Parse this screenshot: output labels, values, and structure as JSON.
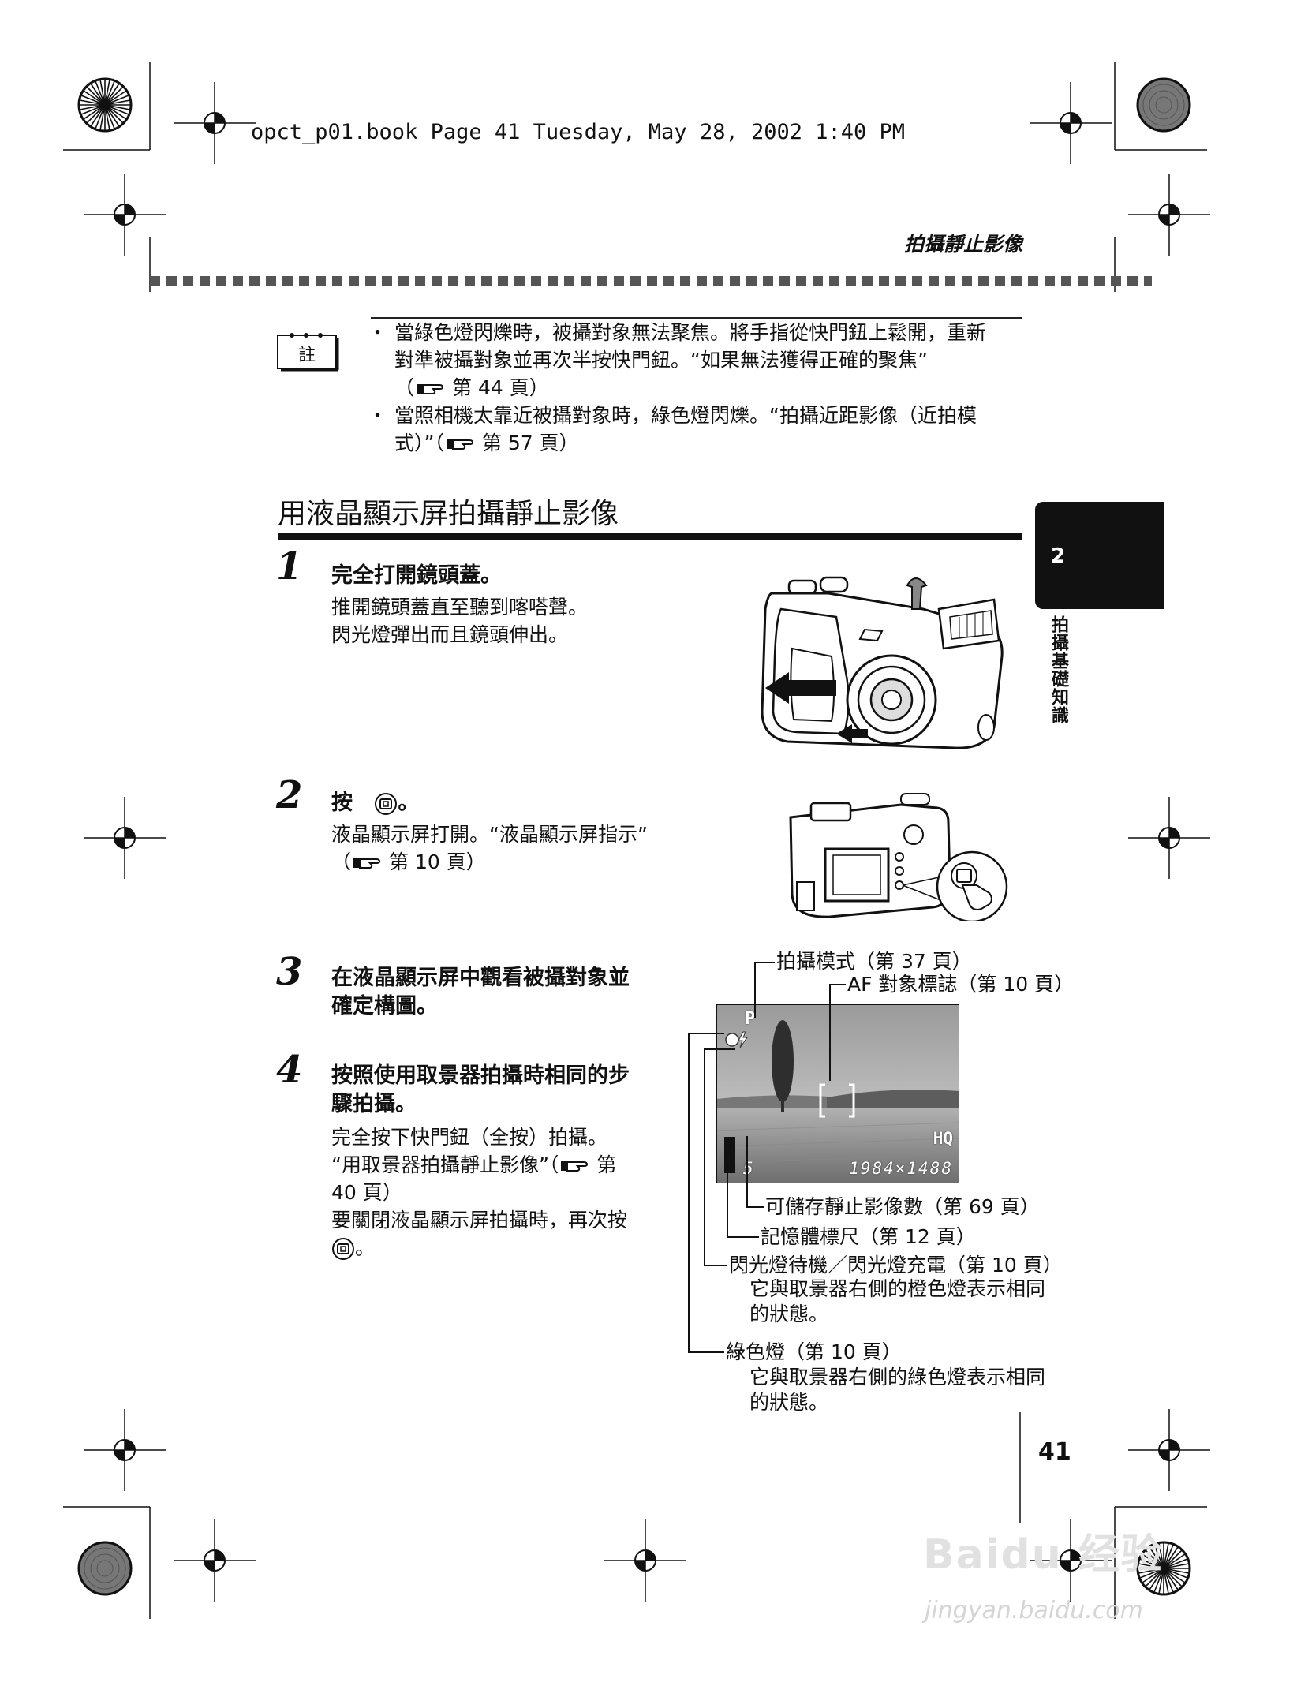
{
  "header": {
    "book_info": "opct_p01.book  Page 41  Tuesday, May 28, 2002  1:40 PM",
    "running_head": "拍攝靜止影像"
  },
  "note": {
    "icon_label": "註",
    "bullet1_line1": "當綠色燈閃爍時，被攝對象無法聚焦。將手指從快門鈕上鬆開，重新",
    "bullet1_line2": "對準被攝對象並再次半按快門鈕。“如果無法獲得正確的聚焦”",
    "bullet1_ref_open": "（",
    "bullet1_ref": "第 44 頁）",
    "bullet2_line1": "當照相機太靠近被攝對象時，綠色燈閃爍。“拍攝近距影像（近拍模",
    "bullet2_line2": "式）”（",
    "bullet2_ref": "第 57 頁）"
  },
  "section": {
    "title": "用液晶顯示屏拍攝靜止影像"
  },
  "chapter_tab": {
    "number": "2",
    "name": "拍攝基礎知識"
  },
  "steps": [
    {
      "number": "1",
      "title": "完全打開鏡頭蓋。",
      "body_line1": "推開鏡頭蓋直至聽到喀嗒聲。",
      "body_line2": "閃光燈彈出而且鏡頭伸出。"
    },
    {
      "number": "2",
      "title_prefix": "按",
      "title_suffix": "。",
      "body_line1": "液晶顯示屏打開。“液晶顯示屏指示”",
      "ref_open": "（",
      "ref": "第 10 頁）"
    },
    {
      "number": "3",
      "title_line1": "在液晶顯示屏中觀看被攝對象並",
      "title_line2": "確定構圖。"
    },
    {
      "number": "4",
      "title_line1": "按照使用取景器拍攝時相同的步",
      "title_line2": "驟拍攝。",
      "body_line1": "完全按下快門鈕（全按）拍攝。",
      "body_line2a": "“用取景器拍攝靜止影像”（",
      "body_line2b": "第",
      "body_line3": "40 頁）",
      "body_line4": "要關閉液晶顯示屏拍攝時，再次按",
      "body_line5_suffix": "。"
    }
  ],
  "screen": {
    "mode": "P",
    "quality": "HQ",
    "resolution": "1984×1488",
    "count": "5"
  },
  "callouts": {
    "shooting_mode": "拍攝模式（第 37 頁）",
    "af_mark": "AF 對象標誌（第 10 頁）",
    "storable": "可儲存靜止影像數（第 69 頁）",
    "memory_gauge": "記憶體標尺（第 12 頁）",
    "flash_standby": "閃光燈待機／閃光燈充電（第 10 頁）",
    "flash_desc1": "它與取景器右側的橙色燈表示相同",
    "flash_desc2": "的狀態。",
    "green_lamp": "綠色燈（第 10 頁）",
    "green_desc1": "它與取景器右側的綠色燈表示相同",
    "green_desc2": "的狀態。"
  },
  "page_number": "41",
  "watermark": {
    "main": "Baidu 经验",
    "sub": "jingyan.baidu.com"
  }
}
